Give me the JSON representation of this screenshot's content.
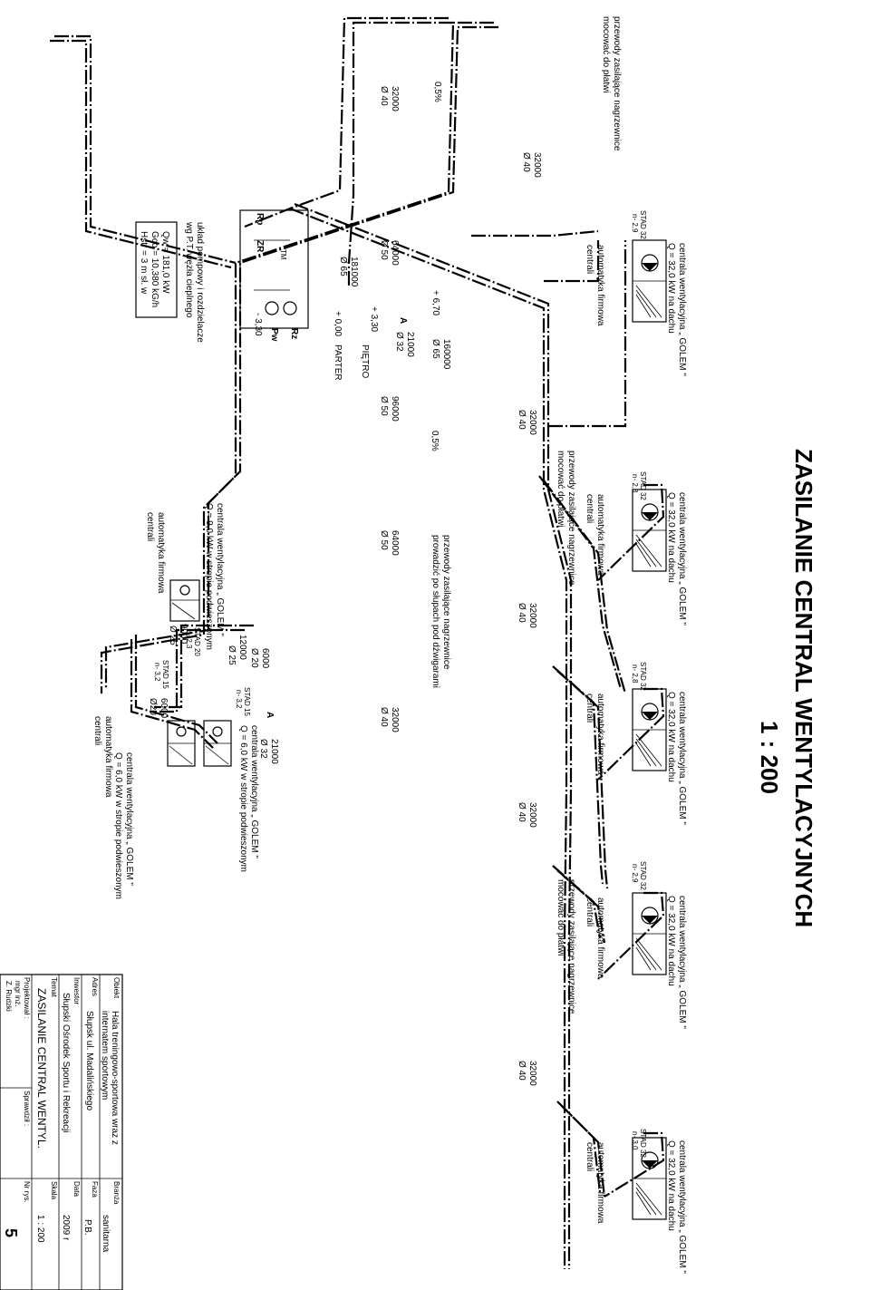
{
  "title": "ZASILANIE CENTRAL WENTYLACYJNYCH",
  "scale": "1 : 200",
  "roof_units": [
    {
      "name": "centrala wentylacyjna „ GOLEM \"",
      "power": "Q = 32,0 kW na dachu",
      "valve": "STAD 32",
      "setting": "n- 2,9",
      "control": "automatyka firmowa",
      "control2": "centrali"
    },
    {
      "name": "centrala wentylacyjna „ GOLEM \"",
      "power": "Q = 32,0 kW na dachu",
      "valve": "STAD 32",
      "setting": "n- 2,8",
      "control": "automatyka firmowa",
      "control2": "centrali"
    },
    {
      "name": "centrala wentylacyjna „ GOLEM \"",
      "power": "Q = 32,0 kW na dachu",
      "valve": "STAD 32",
      "setting": "n- 2,8",
      "control": "automatyka firmowa",
      "control2": "centrali"
    },
    {
      "name": "centrala wentylacyjna „ GOLEM \"",
      "power": "Q = 32,0 kW na dachu",
      "valve": "STAD 32",
      "setting": "n- 2,9",
      "control": "automatyka firmowa",
      "control2": "centrali"
    },
    {
      "name": "centrala wentylacyjna „ GOLEM \"",
      "power": "Q = 32,0 kW na dachu",
      "valve": "STAD 32",
      "setting": "n- 3,0",
      "control": "automatyka firmowa",
      "control2": "centrali"
    }
  ],
  "ceiling_units": [
    {
      "name": "centrala wentylacyjna „ GOLEM \"",
      "power": "Q = 9,0 kW w stropie podwieszonym",
      "valve": "STAD 20",
      "setting": "n- 2,3",
      "control": "automatyka firmowa",
      "control2": "centrali"
    },
    {
      "name": "centrala wentylacyjna „ GOLEM \"",
      "power": "Q = 6,0 kW w stropie podwieszonym",
      "valve": "STAD 15",
      "setting": "n- 3,2",
      "control": "automatyka firmowa",
      "control2": "centrali"
    },
    {
      "name": "centrala wentylacyjna „ GOLEM \"",
      "power": "Q = 6,0 kW w stropie podwieszonym",
      "valve": "STAD 15",
      "setting": "n- 3,2",
      "control": "automatyka firmowa",
      "control2": "centrali"
    }
  ],
  "notes": {
    "n1a": "przewody zasilające nagrzewnice",
    "n1b": "mocować do płatwi",
    "n2a": "przewody zasilające nagrzewnice",
    "n2b": "mocować do płatwi",
    "n3a": "przewody zasilające nagrzewnice",
    "n3b": "prowadzić po słupach pod dźwigarami",
    "n4a": "przewody zasilające nagrzewnice",
    "n4b": "mocować do płatwi",
    "slope1": "0,5%",
    "slope2": "0,5%"
  },
  "flows": {
    "f1": "32000",
    "d1": "Ø 40",
    "f2": "32000",
    "d2": "Ø 40",
    "f3": "64000",
    "d3": "Ø 50",
    "f4": "181000",
    "d4": "Ø 65",
    "f5": "21000",
    "d5": "Ø 32",
    "f6": "160000",
    "d6": "Ø 65",
    "f7": "96000",
    "d7": "Ø 50",
    "f8": "32000",
    "d8": "Ø 40",
    "f9": "64000",
    "d9": "Ø 50",
    "f10": "32000",
    "d10": "Ø 40",
    "f11": "32000",
    "d11": "Ø 40",
    "f12": "32000",
    "d12": "Ø 40",
    "f13": "32000",
    "d13": "Ø 40",
    "f14": "21000",
    "d14": "Ø 32",
    "f15": "6000",
    "d15": "Ø 20",
    "f16": "12000",
    "d16": "Ø 25",
    "f17": "9000",
    "d17": "Ø 25",
    "f18": "6000",
    "d18": "Ø20"
  },
  "levels": {
    "l1": "+ 6,70",
    "l2": "+ 3,30",
    "l3": "+ 0,00",
    "l3b": "PARTER",
    "l4": "PIĘTRO",
    "l5": "- 3,30"
  },
  "section_mark": "A",
  "node": {
    "rp": "Rp",
    "zr": "ZR",
    "pw": "Pw",
    "rz": "Rz",
    "tm": "TM",
    "caption1": "układ pompowy i rozdzielacze",
    "caption2": "wg P.T. węzła cieplnego",
    "qw": "Qw = 181,0 kW",
    "gco": "Gco = 10,380 kG/h",
    "hstr": "Hstr = 3 m sł. w"
  },
  "title_block": {
    "obiekt_k": "Obiekt",
    "obiekt_v1": "Hala treningowo-sportowa wraz z",
    "obiekt_v2": "internatem sportowym",
    "branza_k": "Branża",
    "branza_v": "sanitarna",
    "adres_k": "Adres",
    "adres_v": "Słupsk ul. Madalińskiego",
    "faza_k": "Faza",
    "faza_v": "P.B.",
    "inwestor_k": "Inwestor",
    "inwestor_v": "Słupski Ośrodek Sportu i Rekreacji",
    "data_k": "Data",
    "data_v": "2009 r",
    "temat_k": "Temat",
    "temat_v": "ZASILANIE CENTRAL WENTYL.",
    "skala_k": "Skala",
    "skala_v": "1 : 200",
    "proj_k": "Projektował :",
    "proj_v1": "mgr inż.",
    "proj_v2": "Z. Rudzki",
    "spr_k": "Sprawdził :",
    "nr_k": "Nr rys.",
    "nr_v": "5"
  }
}
